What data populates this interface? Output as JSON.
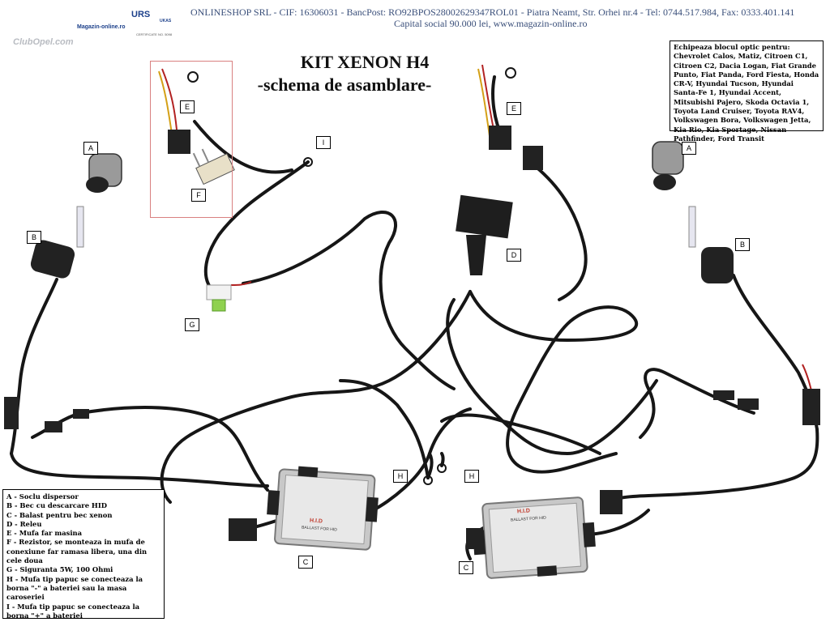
{
  "header": {
    "line1": "ONLINESHOP SRL - CIF: 16306031 - BancPost: RO92BPOS28002629347ROL01 - Piatra Neamt, Str. Orhei nr.4 - Tel: 0744.517.984, Fax: 0333.401.141",
    "line2": "Capital social 90.000 lei, www.magazin-online.ro",
    "logo_site": "Magazin-online.ro",
    "watermark": "ClubOpel.com",
    "cert_urs": "URS",
    "cert_ukas": "UKAS",
    "cert_caption": "CERTIFICATE NO. 5098"
  },
  "title": {
    "line1": "KIT XENON H4",
    "line2": "-schema de asamblare-"
  },
  "compatibility": {
    "text": "Echipeaza blocul optic pentru: Chevrolet Calos, Matiz, Citroen C1, Citroen C2, Dacia Logan, Fiat Grande Punto, Fiat Panda, Ford Fiesta, Honda CR-V, Hyundai Tucson, Hyundai Santa-Fe 1, Hyundai Accent, Mitsubishi Pajero, Skoda Octavia 1, Toyota Land Cruiser, Toyota RAV4, Volkswagen Bora, Volkswagen Jetta, Kia Rio, Kia Sportage, Nissan Pathfinder, Ford Transit"
  },
  "legend": [
    "A - Soclu dispersor",
    "B - Bec cu descarcare HID",
    "C - Balast pentru bec xenon",
    "D - Releu",
    "E - Mufa far masina",
    "F - Rezistor, se monteaza in mufa de conexiune far ramasa libera, una din cele doua",
    "G - Siguranta 5W, 100 Ohmi",
    "H - Mufa tip papuc se conecteaza la borna \"-\" a bateriei sau la masa caroseriei",
    "I - Mufa tip papuc se conecteaza la borna \"+\" a bateriei"
  ],
  "tags": {
    "A": "A",
    "B": "B",
    "C": "C",
    "D": "D",
    "E": "E",
    "F": "F",
    "G": "G",
    "H": "H",
    "I": "I"
  },
  "ballast_label": "H.I.D",
  "ballast_sublabel": "BALLAST FOR HID",
  "colors": {
    "wire": "#161616",
    "header_text": "#3a4f7a",
    "inset_border": "#d98080",
    "ballast_body": "#c8c8c8",
    "ballast_label": "#c0392b",
    "fuse_green": "#8fd14f",
    "wire_red": "#b22222",
    "wire_yellow": "#d4a017"
  }
}
